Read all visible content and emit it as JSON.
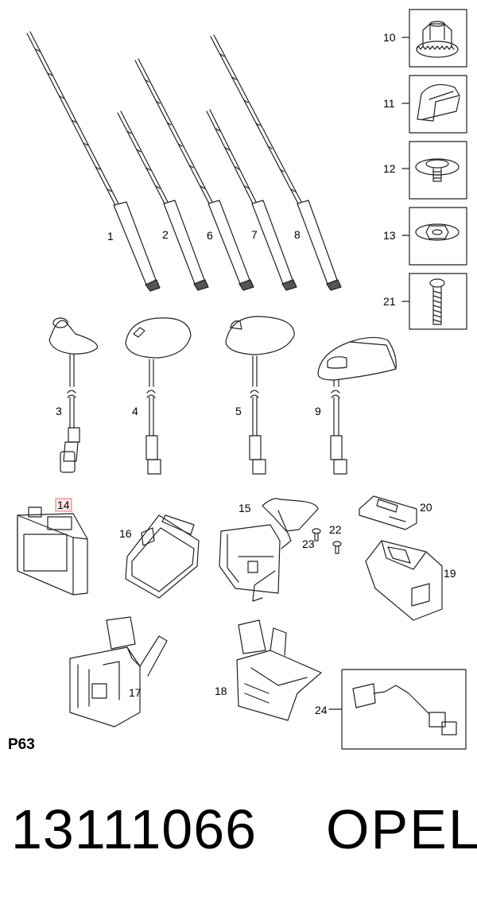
{
  "page_label": "P63",
  "part_number": "13111066",
  "brand": "OPEL",
  "highlighted_callout": "14",
  "highlight_color": "#e0707a",
  "callouts": {
    "c1": "1",
    "c2": "2",
    "c6": "6",
    "c7": "7",
    "c8": "8",
    "c3": "3",
    "c4": "4",
    "c5": "5",
    "c9": "9",
    "c10": "10",
    "c11": "11",
    "c12": "12",
    "c13": "13",
    "c21": "21",
    "c14": "14",
    "c15": "15",
    "c16": "16",
    "c17": "17",
    "c18": "18",
    "c19": "19",
    "c20": "20",
    "c22": "22",
    "c23": "23",
    "c24": "24"
  }
}
